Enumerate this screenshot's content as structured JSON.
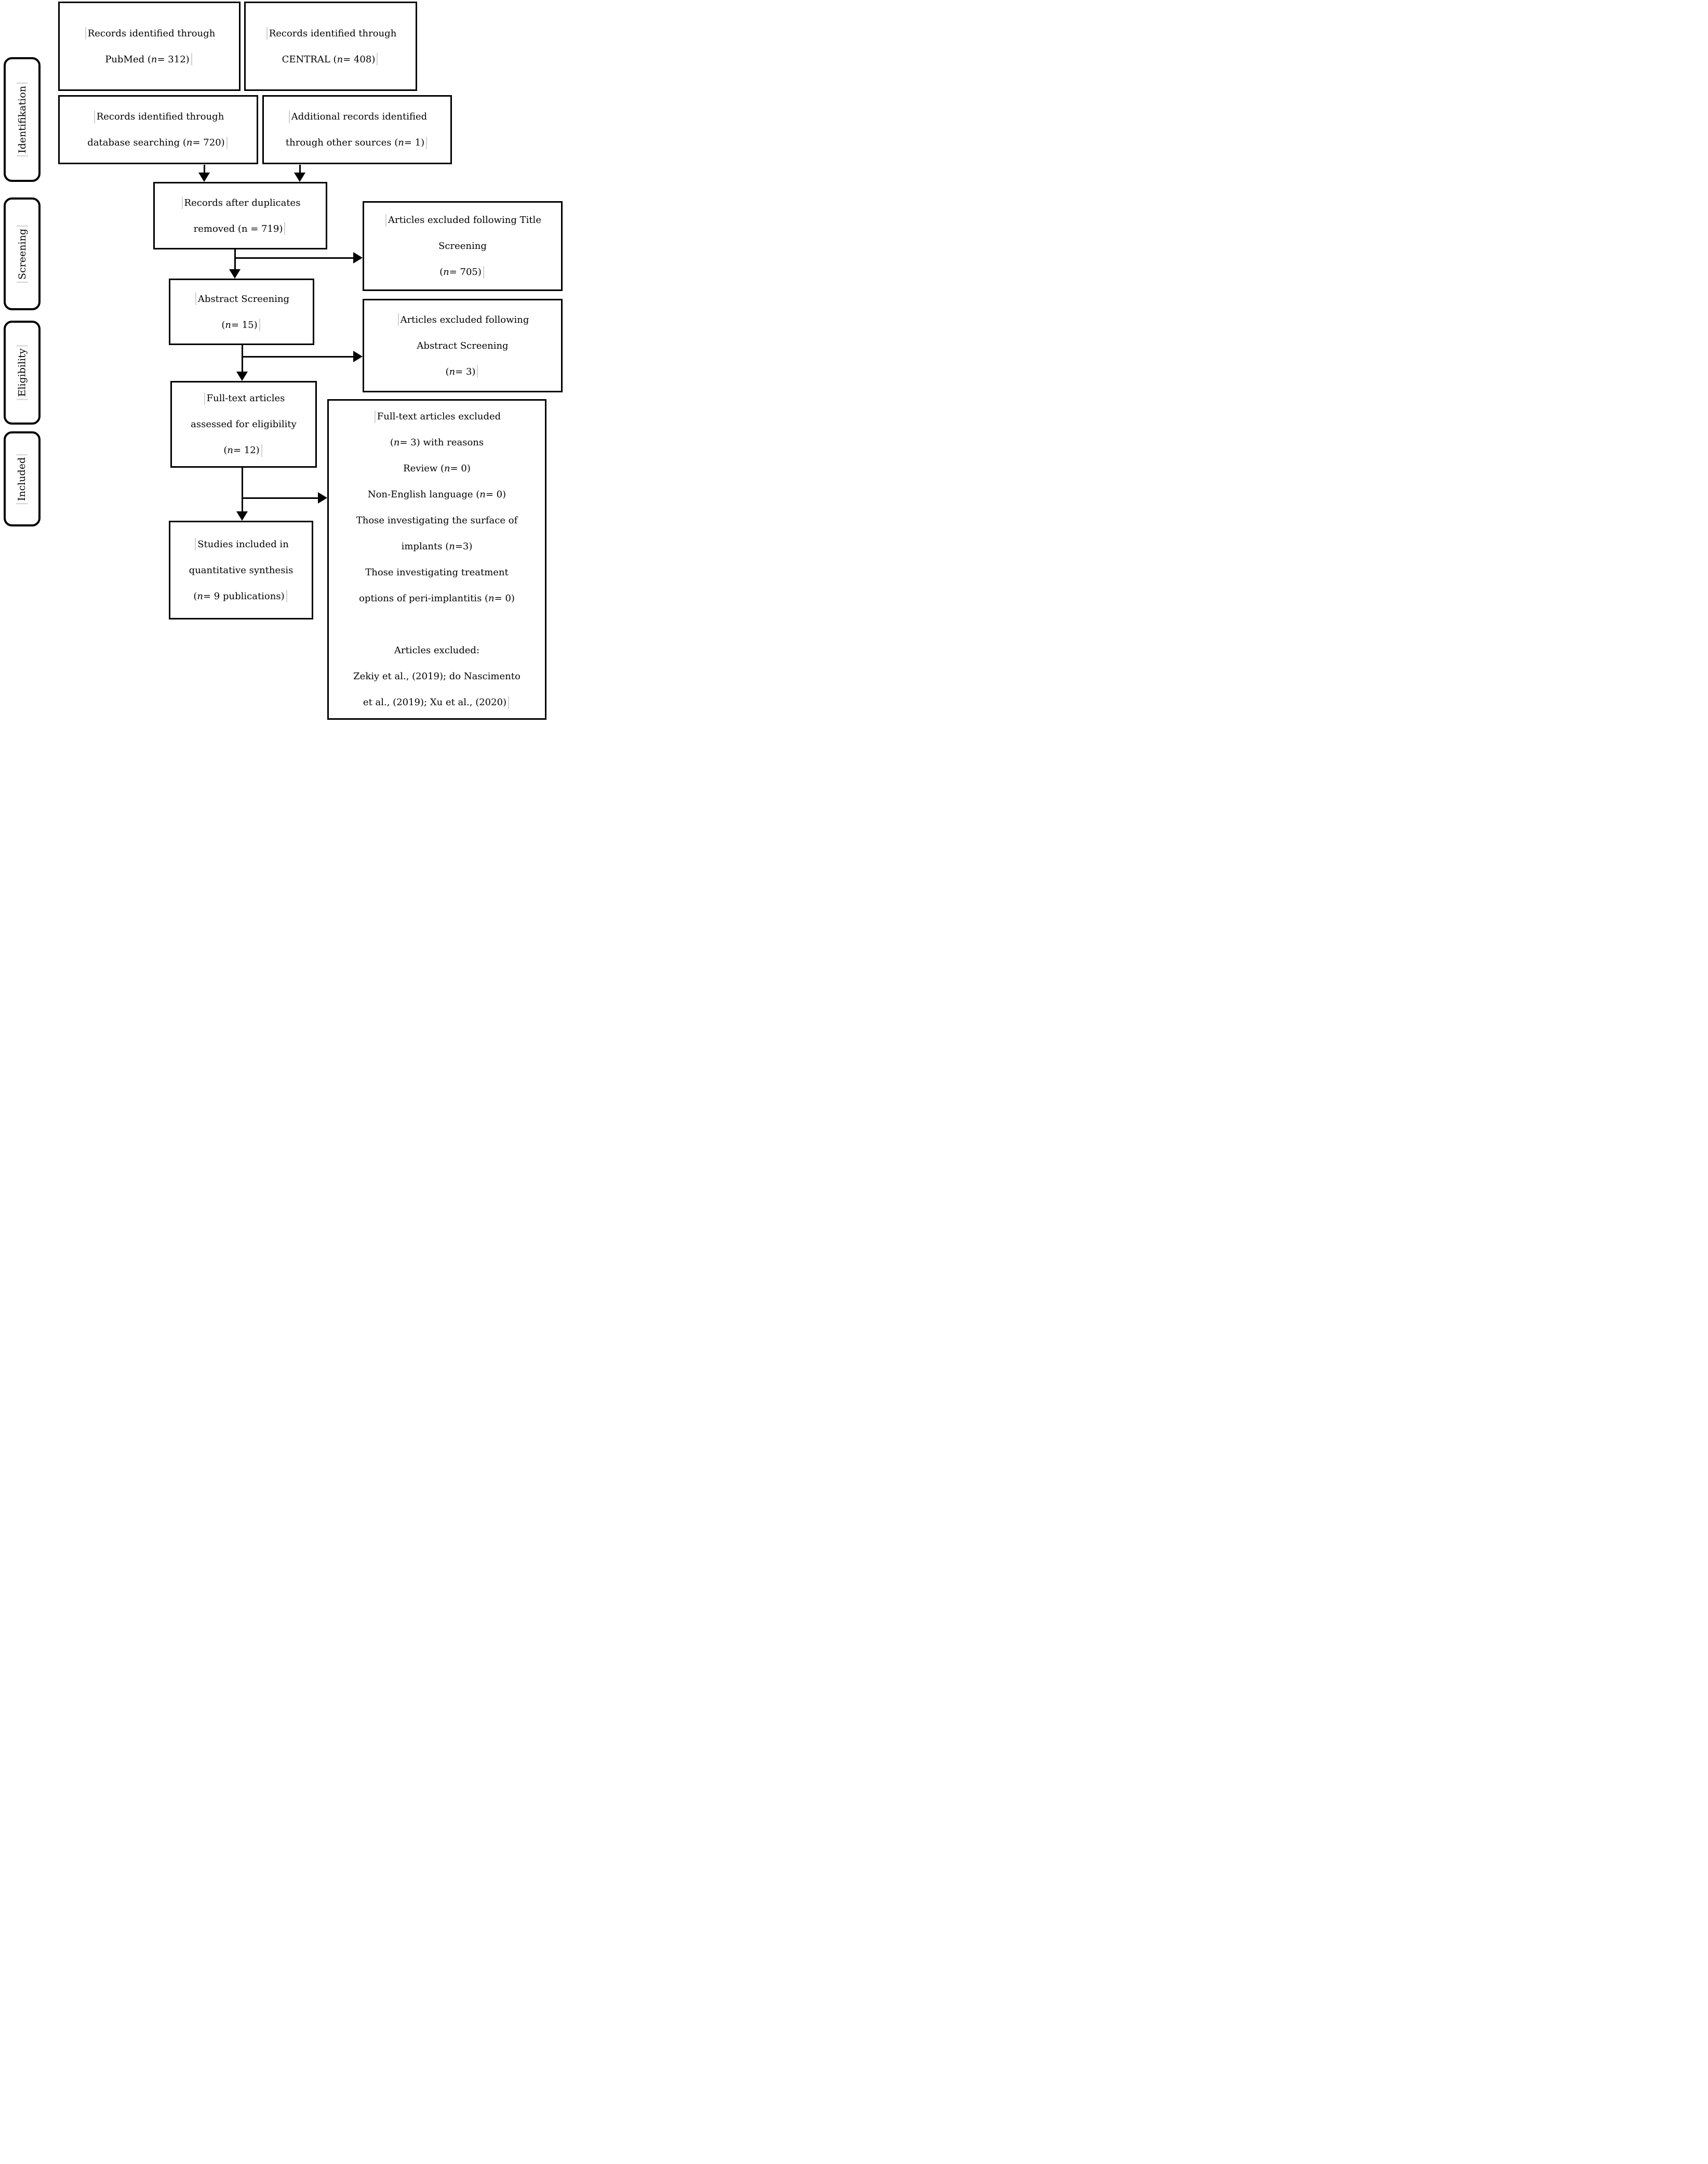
{
  "colors": {
    "ink": "#000000",
    "background": "#ffffff",
    "caret_marker": "#d2d2d2"
  },
  "sidebar": {
    "items": [
      {
        "label": "Identifikation"
      },
      {
        "label": "Screening"
      },
      {
        "label": "Eligibility"
      },
      {
        "label": "Included"
      }
    ]
  },
  "boxes": {
    "pubmed": {
      "lines": [
        [
          {
            "t": "Records identified through"
          }
        ],
        [
          {
            "t": "PubMed ("
          },
          {
            "t": "n",
            "i": true
          },
          {
            "t": " = 312)"
          }
        ]
      ]
    },
    "central": {
      "lines": [
        [
          {
            "t": "Records identified through"
          }
        ],
        [
          {
            "t": "CENTRAL ("
          },
          {
            "t": "n",
            "i": true
          },
          {
            "t": " = 408)"
          }
        ]
      ]
    },
    "database": {
      "lines": [
        [
          {
            "t": "Records identified through"
          }
        ],
        [
          {
            "t": "database searching ("
          },
          {
            "t": "n",
            "i": true
          },
          {
            "t": " = 720)"
          }
        ]
      ]
    },
    "other_sources": {
      "lines": [
        [
          {
            "t": "Additional records identified"
          }
        ],
        [
          {
            "t": "through other sources ("
          },
          {
            "t": "n",
            "i": true
          },
          {
            "t": " = 1)"
          }
        ]
      ]
    },
    "duplicates_removed": {
      "lines": [
        [
          {
            "t": "Records after duplicates"
          }
        ],
        [
          {
            "t": "removed (n = 719)"
          }
        ]
      ]
    },
    "title_excluded": {
      "lines": [
        [
          {
            "t": "Articles excluded following Title"
          }
        ],
        [
          {
            "t": "Screening"
          }
        ],
        [
          {
            "t": "("
          },
          {
            "t": "n",
            "i": true
          },
          {
            "t": " = 705)"
          }
        ]
      ]
    },
    "abstract_screening": {
      "lines": [
        [
          {
            "t": "Abstract Screening"
          }
        ],
        [
          {
            "t": "("
          },
          {
            "t": "n",
            "i": true
          },
          {
            "t": " = 15)"
          }
        ]
      ]
    },
    "abstract_excluded": {
      "lines": [
        [
          {
            "t": "Articles excluded following"
          }
        ],
        [
          {
            "t": "Abstract Screening"
          }
        ],
        [
          {
            "t": "("
          },
          {
            "t": "n",
            "i": true
          },
          {
            "t": " = 3)"
          }
        ]
      ]
    },
    "fulltext_assessed": {
      "lines": [
        [
          {
            "t": "Full-text articles"
          }
        ],
        [
          {
            "t": "assessed for eligibility"
          }
        ],
        [
          {
            "t": "("
          },
          {
            "t": "n",
            "i": true
          },
          {
            "t": " = 12)"
          }
        ]
      ]
    },
    "fulltext_excluded": {
      "lines": [
        [
          {
            "t": "Full-text articles excluded"
          }
        ],
        [
          {
            "t": "("
          },
          {
            "t": "n",
            "i": true
          },
          {
            "t": " = 3) with reasons"
          }
        ],
        [
          {
            "t": "Review ("
          },
          {
            "t": "n",
            "i": true
          },
          {
            "t": " = 0)"
          }
        ],
        [
          {
            "t": "Non-English language ("
          },
          {
            "t": "n",
            "i": true
          },
          {
            "t": " = 0)"
          }
        ],
        [
          {
            "t": "Those investigating the surface of"
          }
        ],
        [
          {
            "t": "implants ("
          },
          {
            "t": "n",
            "i": true
          },
          {
            "t": " =3)"
          }
        ],
        [
          {
            "t": "Those investigating treatment"
          }
        ],
        [
          {
            "t": "options of peri-implantitis ("
          },
          {
            "t": "n",
            "i": true
          },
          {
            "t": " = 0)"
          }
        ],
        [],
        [
          {
            "t": "Articles excluded:"
          }
        ],
        [
          {
            "t": "Zekiy et al., (2019); do Nascimento"
          }
        ],
        [
          {
            "t": "et al., (2019); Xu et al., (2020)"
          }
        ]
      ]
    },
    "studies_included": {
      "lines": [
        [
          {
            "t": "Studies included in"
          }
        ],
        [
          {
            "t": "quantitative synthesis"
          }
        ],
        [
          {
            "t": "("
          },
          {
            "t": "n",
            "i": true
          },
          {
            "t": " = 9 publications)"
          }
        ]
      ]
    }
  }
}
